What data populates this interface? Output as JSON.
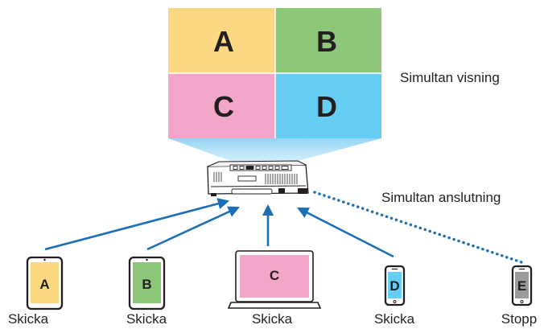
{
  "screen": {
    "tiles": [
      {
        "letter": "A",
        "color": "#fcd882"
      },
      {
        "letter": "B",
        "color": "#8dc878"
      },
      {
        "letter": "C",
        "color": "#f2a6c8"
      },
      {
        "letter": "D",
        "color": "#66cef5"
      }
    ],
    "caption": "Simultan visning"
  },
  "projector": {
    "beam_color": "#a6dcf5",
    "caption": "Simultan anslutning"
  },
  "devices": [
    {
      "kind": "tablet",
      "letter": "A",
      "screen_color": "#fcd882",
      "status": "Skicka"
    },
    {
      "kind": "tablet",
      "letter": "B",
      "screen_color": "#8dc878",
      "status": "Skicka"
    },
    {
      "kind": "laptop",
      "letter": "C",
      "screen_color": "#f2a6c8",
      "status": "Skicka"
    },
    {
      "kind": "phone",
      "letter": "D",
      "screen_color": "#66cef5",
      "status": "Skicka"
    },
    {
      "kind": "phone",
      "letter": "E",
      "screen_color": "#9b9b9b",
      "status": "Stopp"
    }
  ],
  "colors": {
    "arrow": "#1a6fb6",
    "outline": "#231f20"
  }
}
